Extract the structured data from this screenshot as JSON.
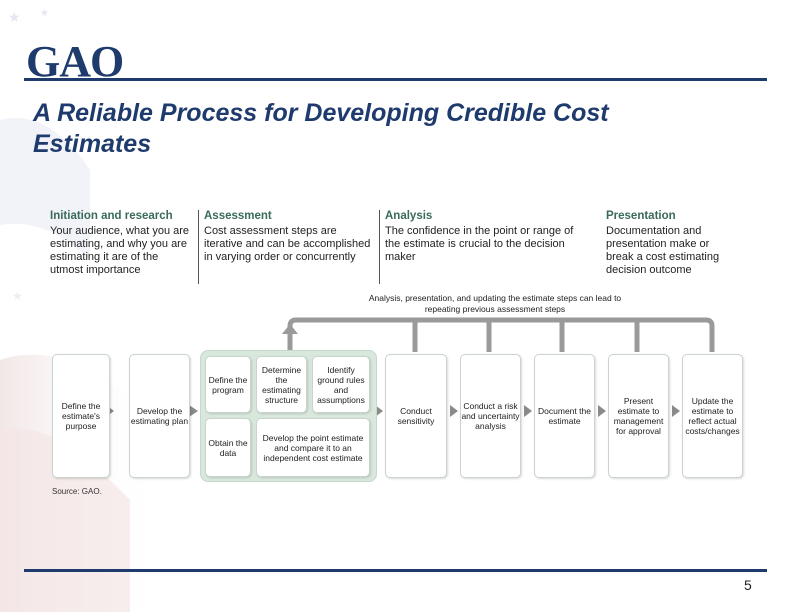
{
  "logo": "GAO",
  "title": "A Reliable Process for Developing Credible Cost Estimates",
  "phases": [
    {
      "title": "Initiation and research",
      "text": "Your audience, what you are estimating, and why you are estimating it are of the utmost importance"
    },
    {
      "title": "Assessment",
      "text": "Cost assessment steps are iterative and can be accomplished in varying order or concurrently"
    },
    {
      "title": "Analysis",
      "text": "The confidence in the point or range of the estimate is crucial to the decision maker"
    },
    {
      "title": "Presentation",
      "text": "Documentation and presentation make or break a cost estimating decision outcome"
    }
  ],
  "note": "Analysis, presentation, and updating the estimate steps can lead to repeating previous assessment steps",
  "steps": {
    "define_purpose": "Define the estimate's purpose",
    "develop_plan": "Develop the estimating plan",
    "define_program": "Define the program",
    "determine_structure": "Determine the estimating structure",
    "identify_rules": "Identify ground rules and assumptions",
    "obtain_data": "Obtain the data",
    "develop_point": "Develop the point estimate and compare it to an independent cost estimate",
    "sensitivity": "Conduct sensitivity",
    "risk": "Conduct a risk and uncertainty analysis",
    "document": "Document the estimate",
    "present": "Present estimate to management for approval",
    "update": "Update the estimate to reflect actual costs/changes"
  },
  "source": "Source: GAO.",
  "page_number": "5",
  "colors": {
    "navy": "#1f3b6e",
    "green_heading": "#3a6b5a",
    "group_fill": "#d9e8dd",
    "arrow": "#9a9a9a"
  }
}
